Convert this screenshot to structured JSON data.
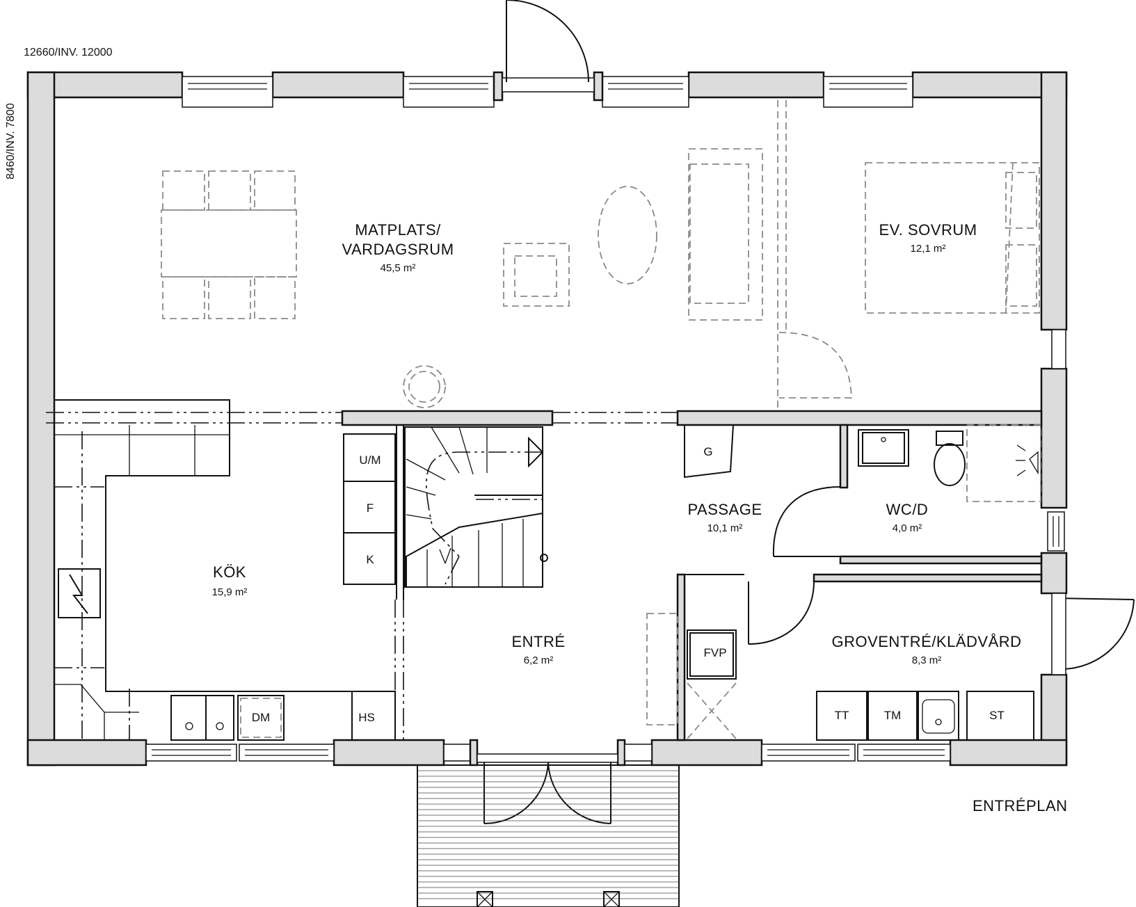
{
  "dimensions": {
    "width": "12660/INV. 12000",
    "height": "8460/INV. 7800"
  },
  "plan_title": "ENTRÉPLAN",
  "rooms": {
    "living": {
      "name_line1": "MATPLATS/",
      "name_line2": "VARDAGSRUM",
      "area": "45,5 m²"
    },
    "bedroom": {
      "name": "EV. SOVRUM",
      "area": "12,1 m²"
    },
    "kitchen": {
      "name": "KÖK",
      "area": "15,9 m²"
    },
    "passage": {
      "name": "PASSAGE",
      "area": "10,1 m²"
    },
    "wc": {
      "name": "WC/D",
      "area": "4,0 m²"
    },
    "entry": {
      "name": "ENTRÉ",
      "area": "6,2 m²"
    },
    "mudroom": {
      "name": "GROVENTRÉ/KLÄDVÅRD",
      "area": "8,3 m²"
    }
  },
  "fixtures": {
    "um": "U/M",
    "f": "F",
    "k": "K",
    "g": "G",
    "dm": "DM",
    "hs": "HS",
    "fvp": "FVP",
    "tt": "TT",
    "tm": "TM",
    "st": "ST"
  }
}
